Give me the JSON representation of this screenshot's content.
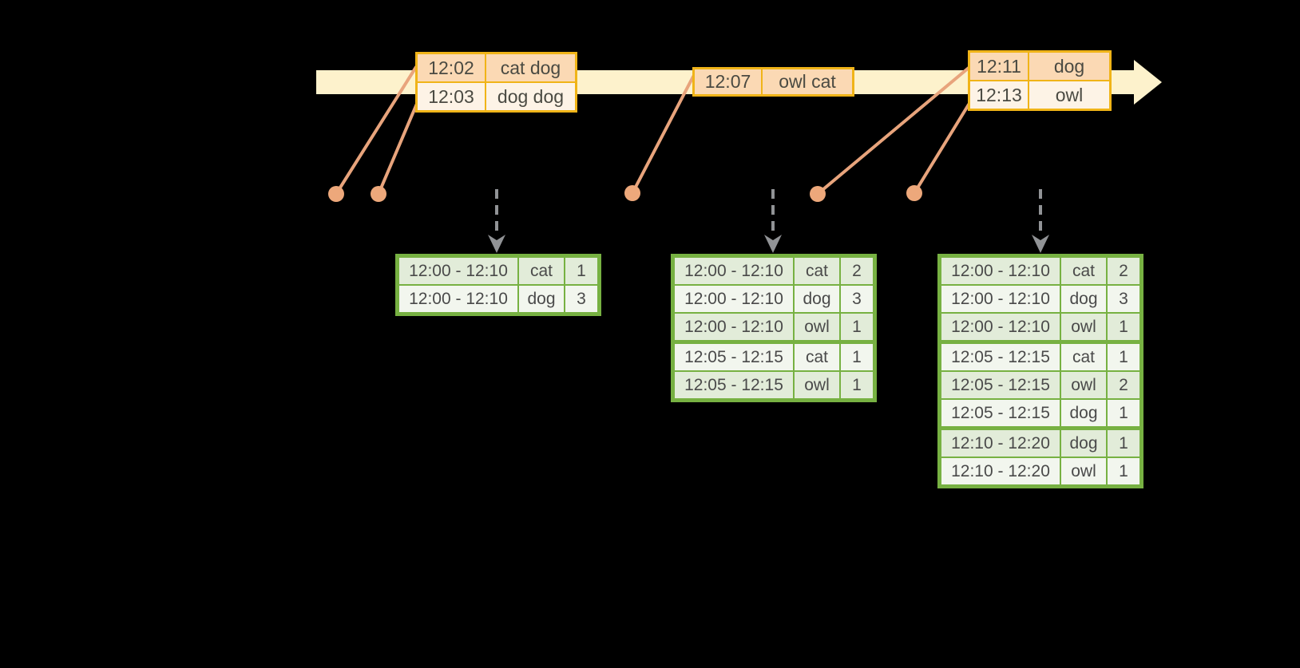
{
  "colors": {
    "background": "#000000",
    "timeline_band": "#fdf2cc",
    "event_table_border": "#f0b418",
    "event_row_dark": "#fbd9b4",
    "event_row_light": "#fdf3e6",
    "connector_and_dots": "#e8a47c",
    "trigger_arrow_gray": "#919396",
    "result_table_border": "#77b142",
    "result_row_dark": "#e2ecd9",
    "result_row_light": "#f2f6ee",
    "text": "#4a4a4a"
  },
  "timeline": {
    "event_tables": [
      {
        "rows": [
          [
            "12:02",
            "cat dog"
          ],
          [
            "12:03",
            "dog dog"
          ]
        ]
      },
      {
        "rows": [
          [
            "12:07",
            "owl cat"
          ]
        ]
      },
      {
        "rows": [
          [
            "12:11",
            "dog"
          ],
          [
            "12:13",
            "owl"
          ]
        ]
      }
    ]
  },
  "result_tables": [
    {
      "rows": [
        [
          "12:00 - 12:10",
          "cat",
          "1"
        ],
        [
          "12:00 - 12:10",
          "dog",
          "3"
        ]
      ]
    },
    {
      "rows": [
        [
          "12:00 - 12:10",
          "cat",
          "2"
        ],
        [
          "12:00 - 12:10",
          "dog",
          "3"
        ],
        [
          "12:00 - 12:10",
          "owl",
          "1"
        ],
        [
          "12:05 - 12:15",
          "cat",
          "1"
        ],
        [
          "12:05 - 12:15",
          "owl",
          "1"
        ]
      ]
    },
    {
      "rows": [
        [
          "12:00 - 12:10",
          "cat",
          "2"
        ],
        [
          "12:00 - 12:10",
          "dog",
          "3"
        ],
        [
          "12:00 - 12:10",
          "owl",
          "1"
        ],
        [
          "12:05 - 12:15",
          "cat",
          "1"
        ],
        [
          "12:05 - 12:15",
          "owl",
          "2"
        ],
        [
          "12:05 - 12:15",
          "dog",
          "1"
        ],
        [
          "12:10 - 12:20",
          "dog",
          "1"
        ],
        [
          "12:10 - 12:20",
          "owl",
          "1"
        ]
      ]
    }
  ]
}
